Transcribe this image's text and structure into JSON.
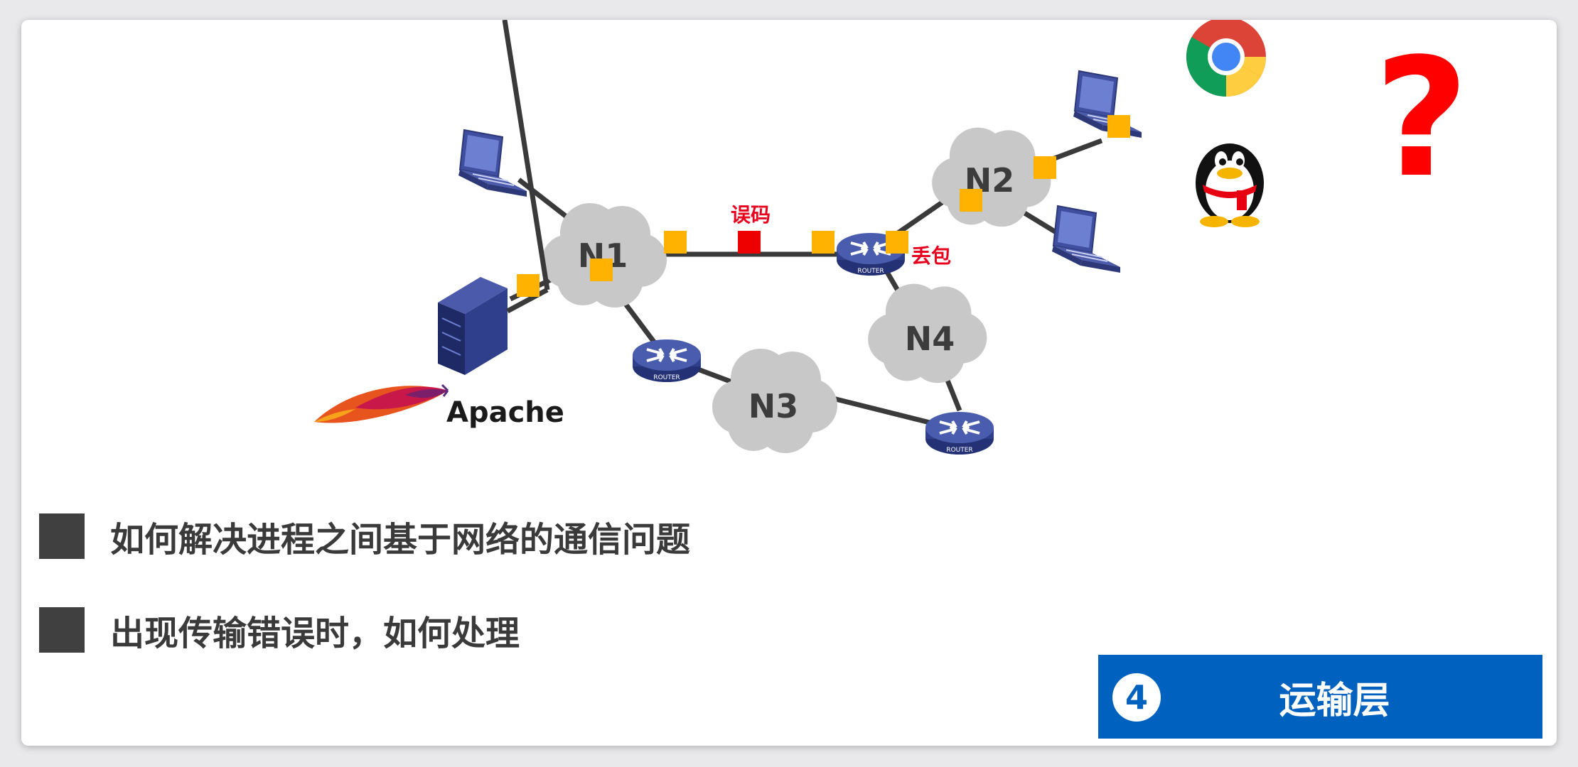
{
  "networks": [
    "N1",
    "N2",
    "N3",
    "N4"
  ],
  "router_label": "ROUTER",
  "annotations": {
    "bit_error": "误码",
    "packet_loss": "丢包"
  },
  "apache_label": "Apache",
  "question_mark": "?",
  "bullets": [
    "如何解决进程之间基于网络的通信问题",
    "出现传输错误时，如何处理"
  ],
  "layer": {
    "number": "4",
    "name": "运输层",
    "color": "#0061bf"
  },
  "colors": {
    "packet": "#ffb300",
    "error_packet": "#ee0000",
    "cloud": "#c8c8c8",
    "router": "#3a4b9a",
    "question": "#ff0000"
  },
  "icons": [
    "laptop-icon",
    "server-icon",
    "router-icon",
    "apache-feather-icon",
    "chrome-icon",
    "qq-penguin-icon",
    "question-mark-icon"
  ]
}
